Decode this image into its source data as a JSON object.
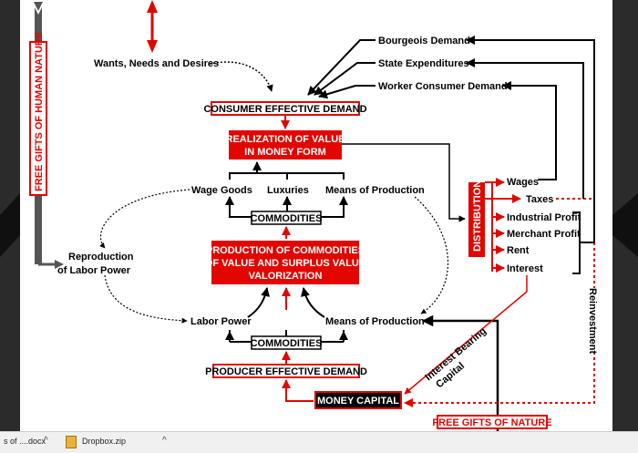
{
  "colors": {
    "red": "#e10600",
    "black": "#000000",
    "dark": "#2b2b2b"
  },
  "diagram": {
    "free_gifts_human_nature": "FREE GIFTS OF HUMAN NATURE",
    "wants_needs_desires": "Wants, Needs and Desires",
    "consumer_effective_demand": "CONSUMER EFFECTIVE DEMAND",
    "realization_line1": "REALIZATION OF VALUE",
    "realization_line2": "IN MONEY FORM",
    "wage_goods": "Wage Goods",
    "luxuries": "Luxuries",
    "means_of_production_top": "Means of Production",
    "commodities_top": "COMMODITIES",
    "production_line1": "PRODUCTION OF COMMODITIES",
    "production_line2": "OF VALUE AND SURPLUS VALUE",
    "production_line3": "VALORIZATION",
    "reproduction_line1": "Reproduction",
    "reproduction_line2": "of Labor Power",
    "labor_power": "Labor Power",
    "means_of_production_bottom": "Means of Production",
    "commodities_bottom": "COMMODITIES",
    "producer_effective_demand": "PRODUCER EFFECTIVE DEMAND",
    "money_capital": "MONEY CAPITAL",
    "free_gifts_nature": "FREE GIFTS OF NATURE",
    "interest_bearing_line1": "Interest Bearing",
    "interest_bearing_line2": "Capital",
    "reinvestment": "Reinvestment",
    "bourgeois_demand": "Bourgeois Demand",
    "state_expenditures": "State Expenditures",
    "worker_consumer_demand": "Worker Consumer Demand",
    "distribution": "DISTRIBUTION",
    "wages": "Wages",
    "taxes": "Taxes",
    "industrial_profit": "Industrial Profit",
    "merchant_profit": "Merchant Profit",
    "rent": "Rent",
    "interest": "Interest"
  },
  "downloads": {
    "item1": "s of ....docx",
    "item2": "Dropbox.zip",
    "chevron": "^"
  }
}
